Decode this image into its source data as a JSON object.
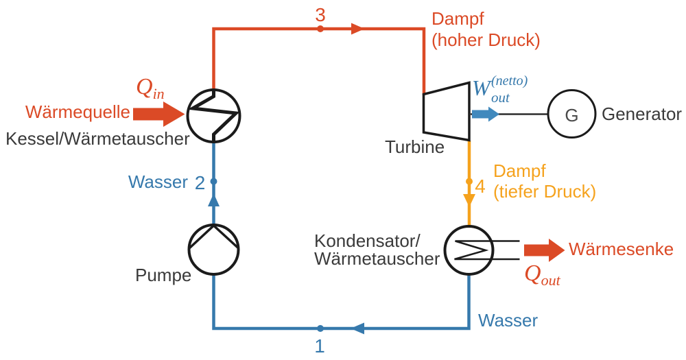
{
  "colors": {
    "hot": "#db4a26",
    "warm": "#f5a21d",
    "cold": "#3679ac",
    "work": "#4189bd",
    "ink": "#1b1b1b",
    "text": "#3a3a3a"
  },
  "components": {
    "boiler": {
      "label": "Kessel/Wärmetauscher"
    },
    "pump": {
      "label": "Pumpe"
    },
    "turbine": {
      "label": "Turbine"
    },
    "condenser": {
      "label_line1": "Kondensator/",
      "label_line2": "Wärmetauscher"
    },
    "generator": {
      "label": "Generator",
      "symbol": "G"
    }
  },
  "energy": {
    "heat_in": {
      "base": "Q",
      "sub": "in",
      "source": "Wärmequelle"
    },
    "heat_out": {
      "base": "Q",
      "sub": "out",
      "sink": "Wärmesenke"
    },
    "work_out": {
      "base": "W",
      "sub": "out",
      "sup": "(netto)"
    }
  },
  "streams": {
    "steam_high": {
      "line1": "Dampf",
      "line2": "(hoher Druck)"
    },
    "steam_low": {
      "line1": "Dampf",
      "line2": "(tiefer Druck)"
    },
    "water_feed": {
      "label": "Wasser",
      "point": "2"
    },
    "water_return": {
      "label": "Wasser",
      "point": "1"
    },
    "point3": "3",
    "point4": "4"
  }
}
